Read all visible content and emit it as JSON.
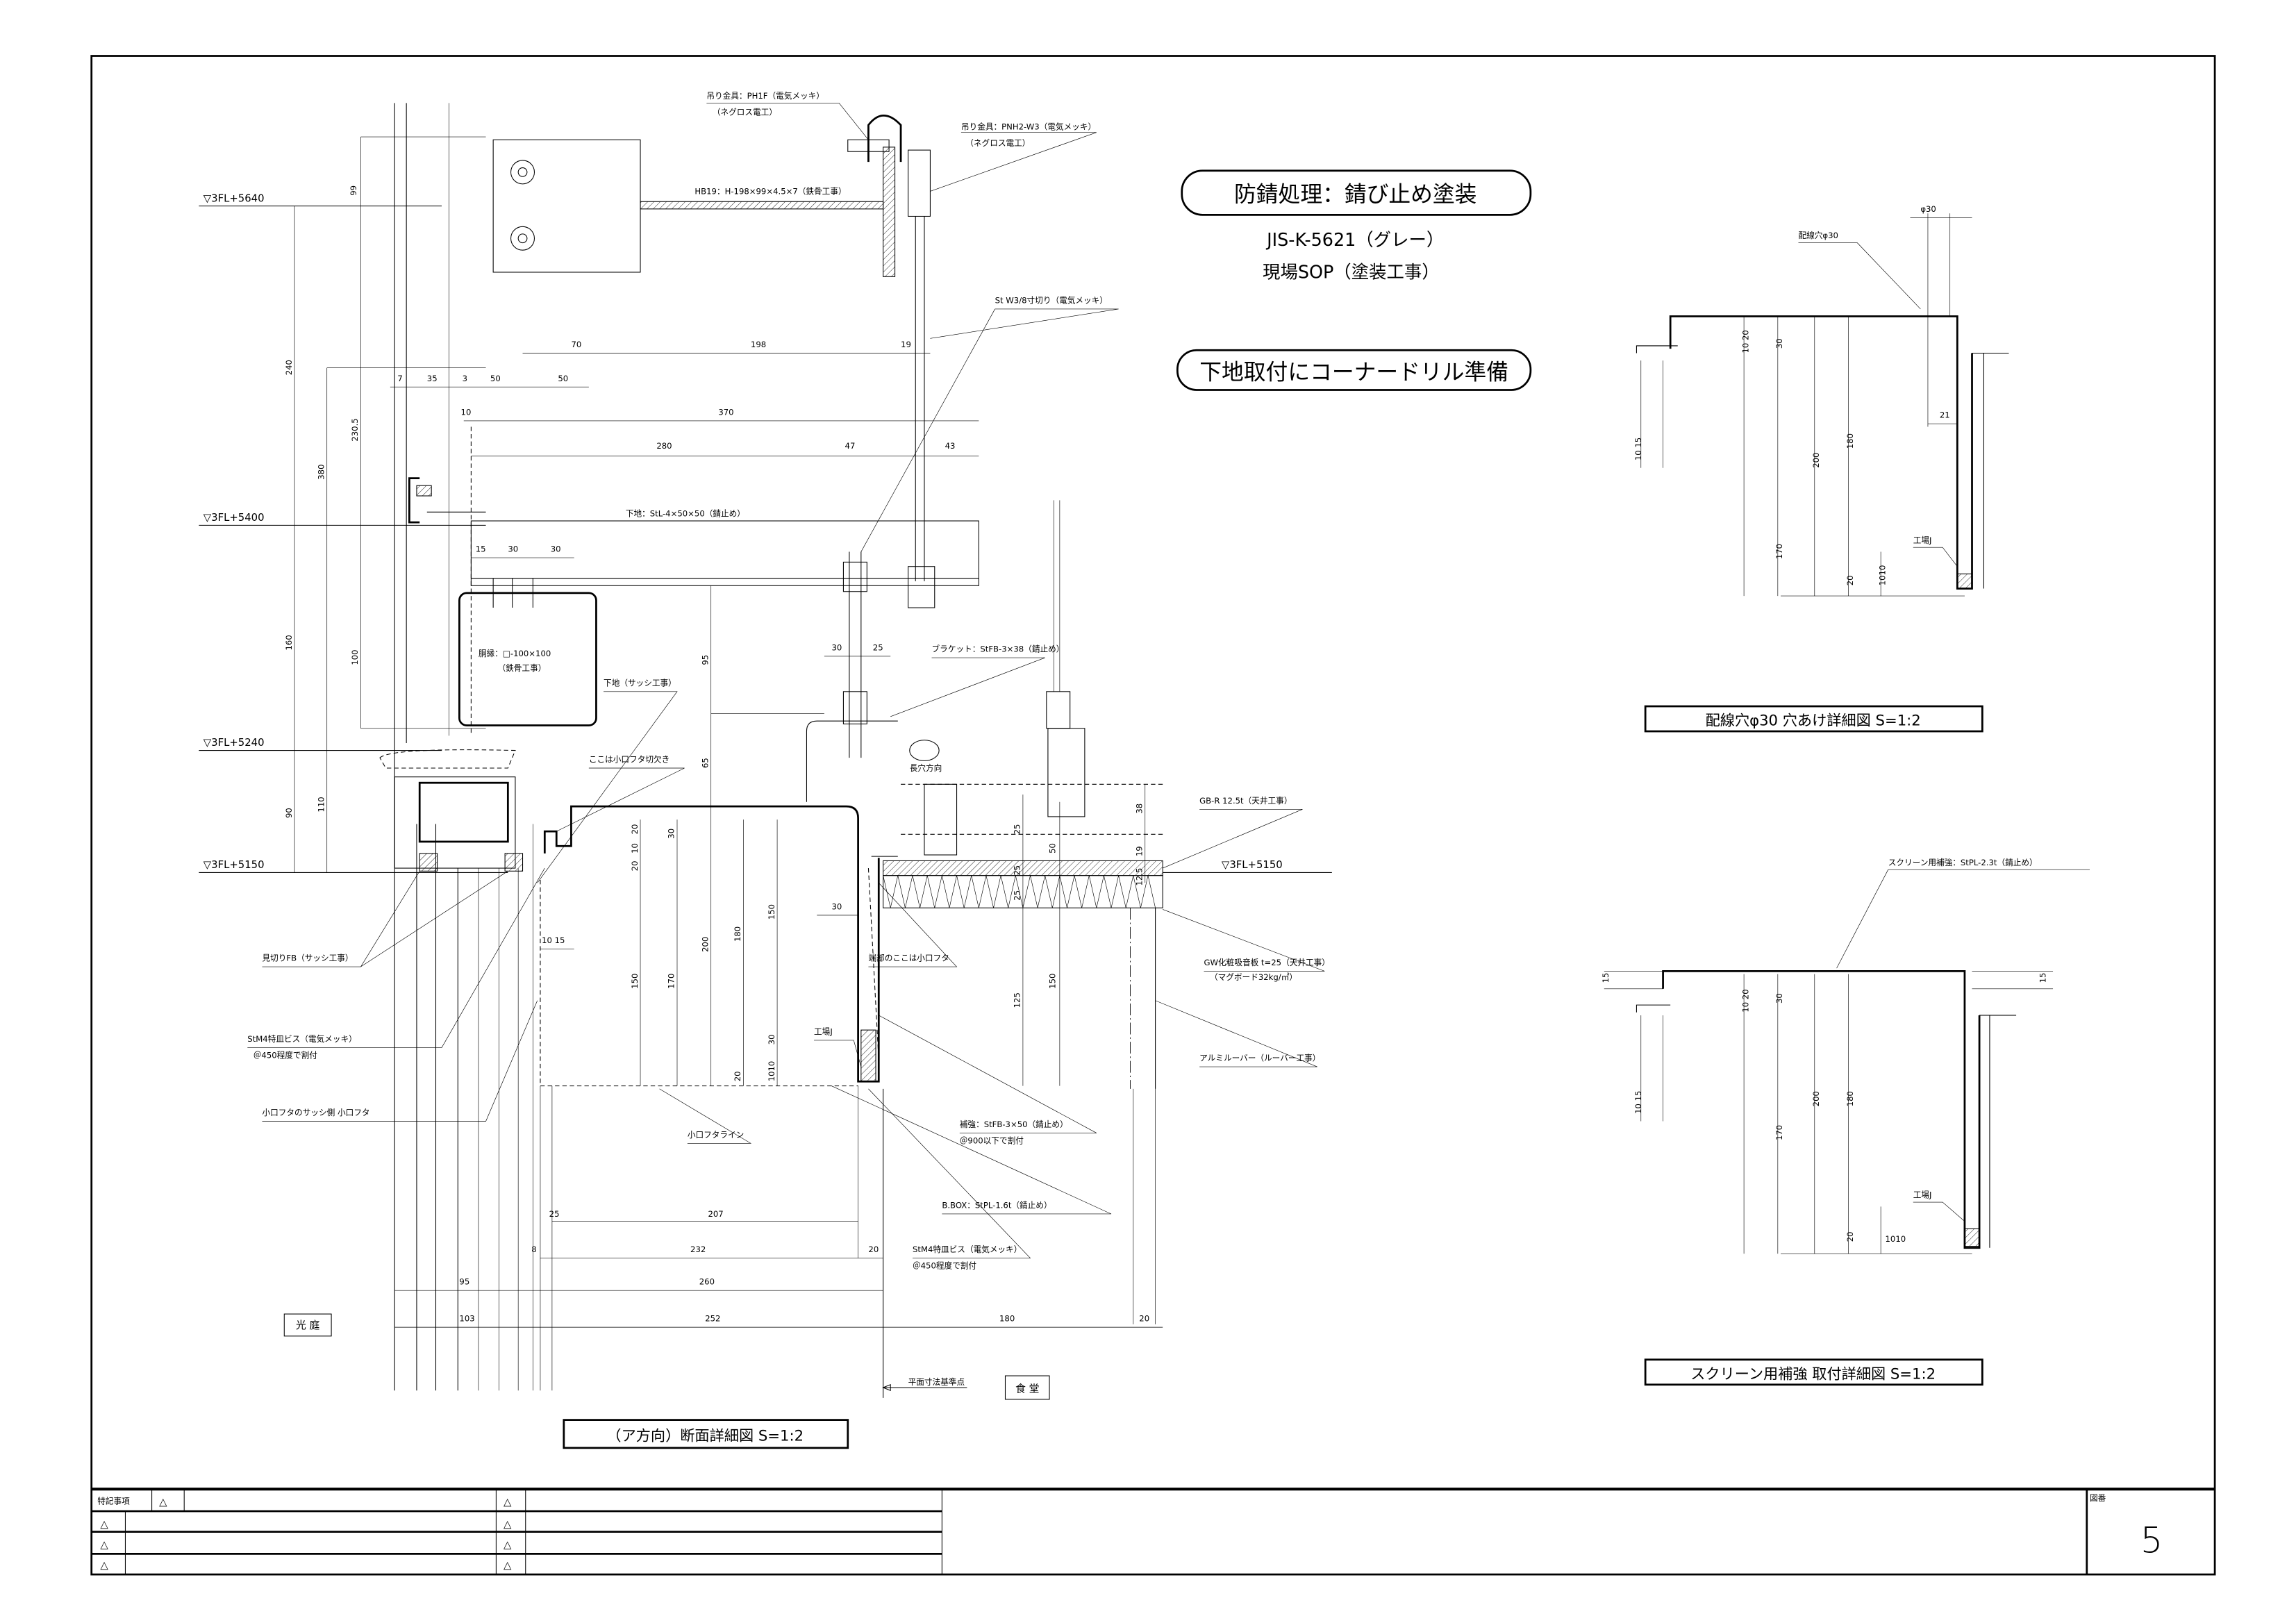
{
  "notes": {
    "rust_prevention": "防錆処理：錆び止め塗装",
    "jis": "JIS-K-5621（グレー）",
    "site_sop": "現場SOP（塗装工事）",
    "corner_drill": "下地取付にコーナードリル準備"
  },
  "levels": [
    "▽3FL+5640",
    "▽3FL+5400",
    "▽3FL+5240",
    "▽3FL+5150",
    "▽3FL+5150"
  ],
  "callouts": [
    "吊り金具：PH1F（電気メッキ）",
    "（ネグロス電工）",
    "吊り金具：PNH2-W3（電気メッキ）",
    "（ネグロス電工）",
    "HB19：H-198×99×4.5×7（鉄骨工事）",
    "St W3/8寸切り（電気メッキ）",
    "下地：StL-4×50×50（錆止め）",
    "胴縁：□-100×100",
    "（鉄骨工事）",
    "ブラケット：StFB-3×38（錆止め）",
    "長穴方向",
    "下地（サッシ工事）",
    "ここは小口フタ切欠き",
    "GB-R 12.5t（天井工事）",
    "見切りFB（サッシ工事）",
    "端部のここは小口フタ",
    "GW化粧吸音板 t=25（天井工事）",
    "（マグボード32kg/㎡）",
    "アルミルーバー（ルーバー工事）",
    "StM4特皿ビス（電気メッキ）",
    "＠450程度で割付",
    "工場J",
    "小口フタのサッシ側 小口フタ",
    "小口フタライン",
    "補強：StFB-3×50（錆止め）",
    "＠900以下で割付",
    "B.BOX：StPL-1.6t（錆止め）",
    "StM4特皿ビス（電気メッキ）",
    "＠450程度で割付",
    "平面寸法基準点",
    "配線穴φ30",
    "工場J",
    "スクリーン用補強：StPL-2.3t（錆止め）",
    "工場J"
  ],
  "dims": [
    "7",
    "35",
    "3",
    "50",
    "50",
    "70",
    "198",
    "19",
    "10",
    "370",
    "280",
    "47",
    "43",
    "15",
    "30",
    "30",
    "30",
    "25",
    "30",
    "25",
    "207",
    "8",
    "232",
    "20",
    "95",
    "260",
    "103",
    "252",
    "180",
    "20",
    "10 15",
    "99",
    "240",
    "230.5",
    "380",
    "160",
    "100",
    "110",
    "90",
    "95",
    "65",
    "20",
    "10",
    "20",
    "30",
    "150",
    "170",
    "200",
    "180",
    "150",
    "30",
    "20",
    "1010",
    "25",
    "50",
    "38",
    "19",
    "12.5",
    "25",
    "25",
    "125",
    "150",
    "φ30",
    "10 20",
    "30",
    "200",
    "180",
    "170",
    "21",
    "10 15",
    "20",
    "1010",
    "15",
    "15",
    "10 20",
    "30",
    "200",
    "180",
    "170",
    "10 15",
    "20",
    "1010"
  ],
  "rooms": {
    "light_court": "光 庭",
    "dining": "食 堂"
  },
  "titles": {
    "section": "（ア方向）断面詳細図 S=1:2",
    "wiring_hole": "配線穴φ30 穴あけ詳細図 S=1:2",
    "screen": "スクリーン用補強 取付詳細図 S=1:2"
  },
  "title_block": {
    "special_notes": "特記事項",
    "revision_mark": "△",
    "sheet_label": "図番",
    "sheet_number": "5"
  }
}
